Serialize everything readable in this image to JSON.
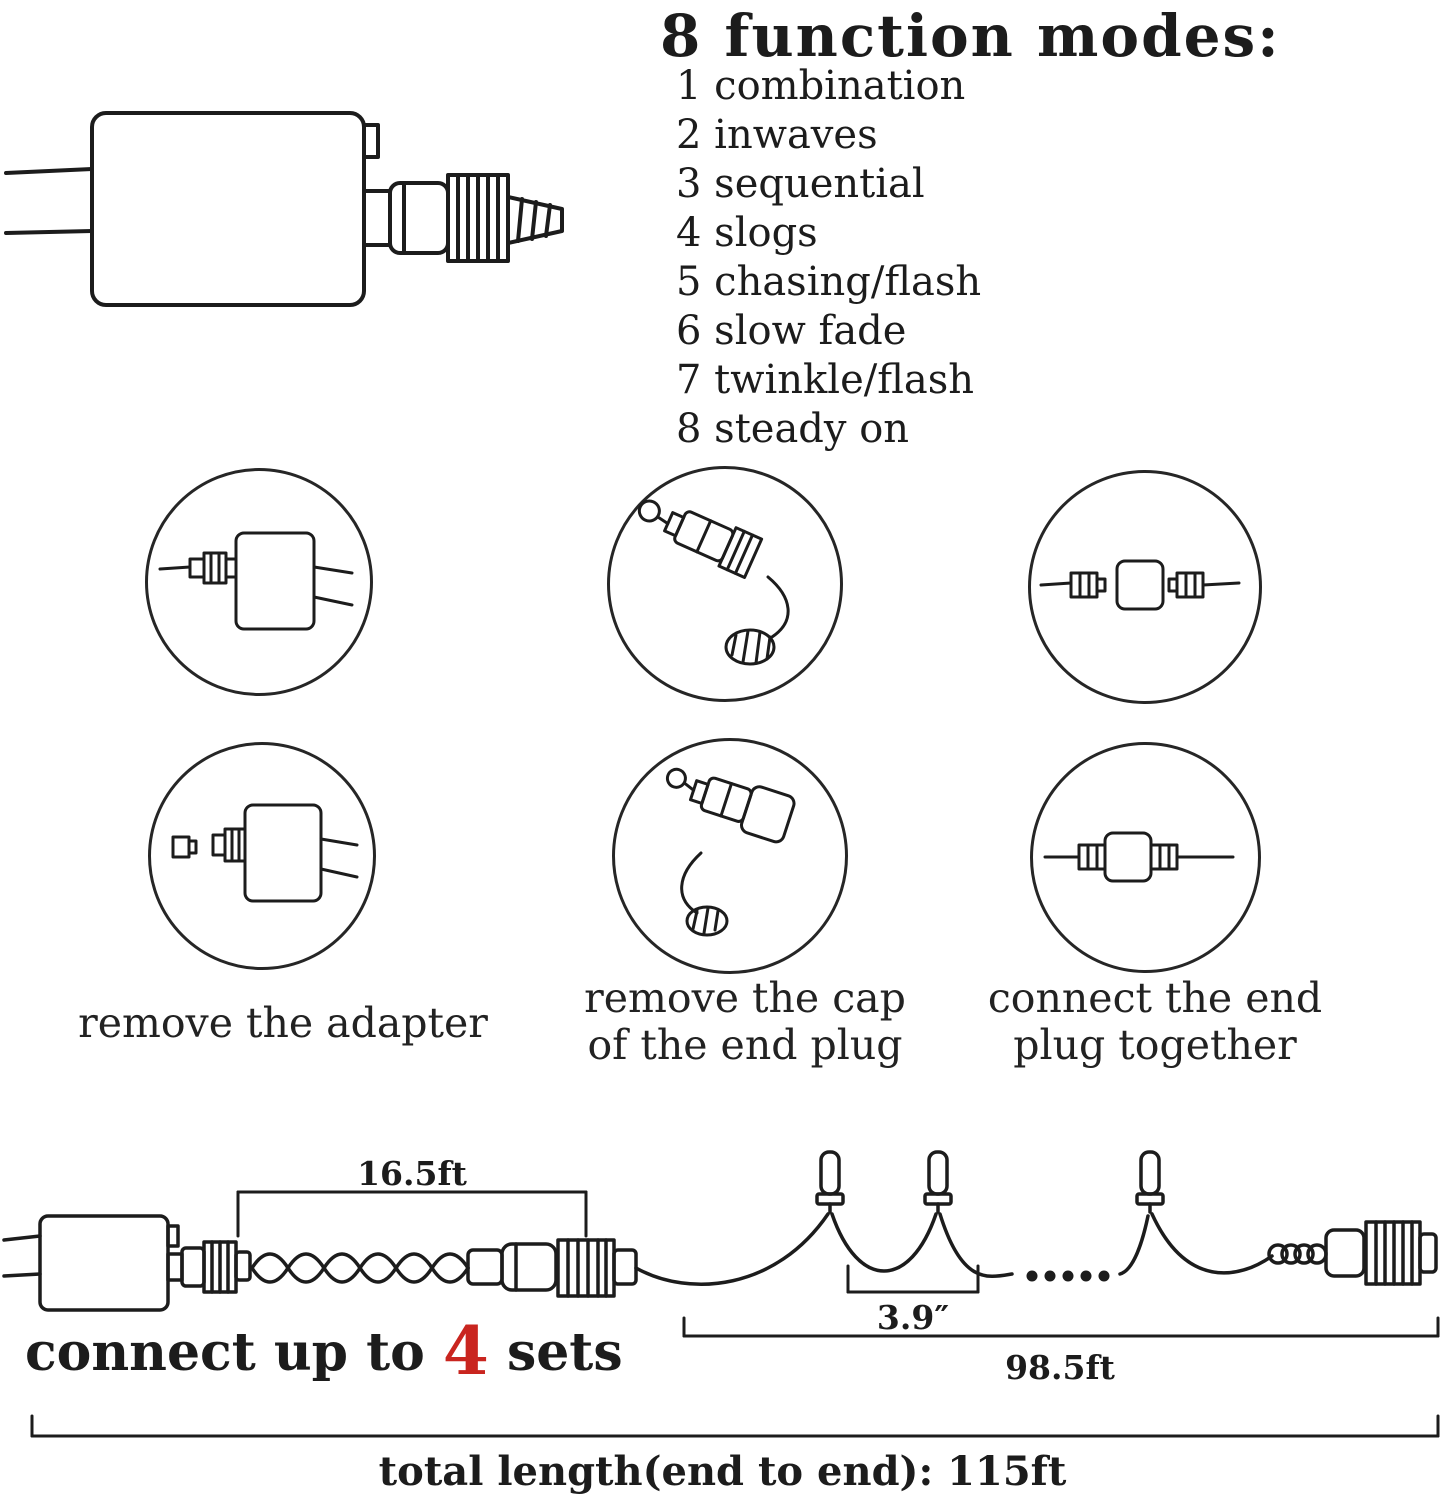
{
  "title": "8 function modes:",
  "modes": [
    "1 combination",
    "2 inwaves",
    "3 sequential",
    "4 slogs",
    "5 chasing/flash",
    "6 slow fade",
    "7 twinkle/flash",
    "8 steady on"
  ],
  "steps": {
    "step1": {
      "line1": "remove the adapter",
      "line2": ""
    },
    "step2": {
      "line1": "remove the cap",
      "line2": "of the end plug"
    },
    "step3": {
      "line1": "connect the end",
      "line2": "plug together"
    }
  },
  "measurements": {
    "lead_length": "16.5ft",
    "bulb_spacing": "3.9″",
    "lit_length": "98.5ft",
    "total_length": "total length(end to end): 115ft"
  },
  "connect_note": {
    "prefix": "connect up to ",
    "count": "4",
    "suffix": " sets"
  },
  "colors": {
    "ink": "#1c1c1c",
    "accent_red": "#c9251f"
  },
  "illustrations": {
    "top_left": "power-adapter-with-screw-connector",
    "step1_top": "adapter-with-plug-attached",
    "step1_bottom": "adapter-with-plug-removed",
    "step2_top": "end-plug-with-cap-on",
    "step2_bottom": "end-plug-with-cap-removed",
    "step3_top": "two-end-plugs-apart",
    "step3_bottom": "two-end-plugs-connected",
    "bottom": "string-light-length-diagram"
  }
}
